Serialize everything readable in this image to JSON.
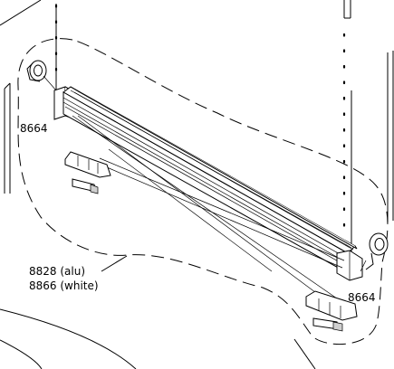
{
  "labels": {
    "left_part": "8664",
    "right_part": "8664",
    "profile_alu": "8828 (alu)",
    "profile_white": "8866 (white)"
  }
}
